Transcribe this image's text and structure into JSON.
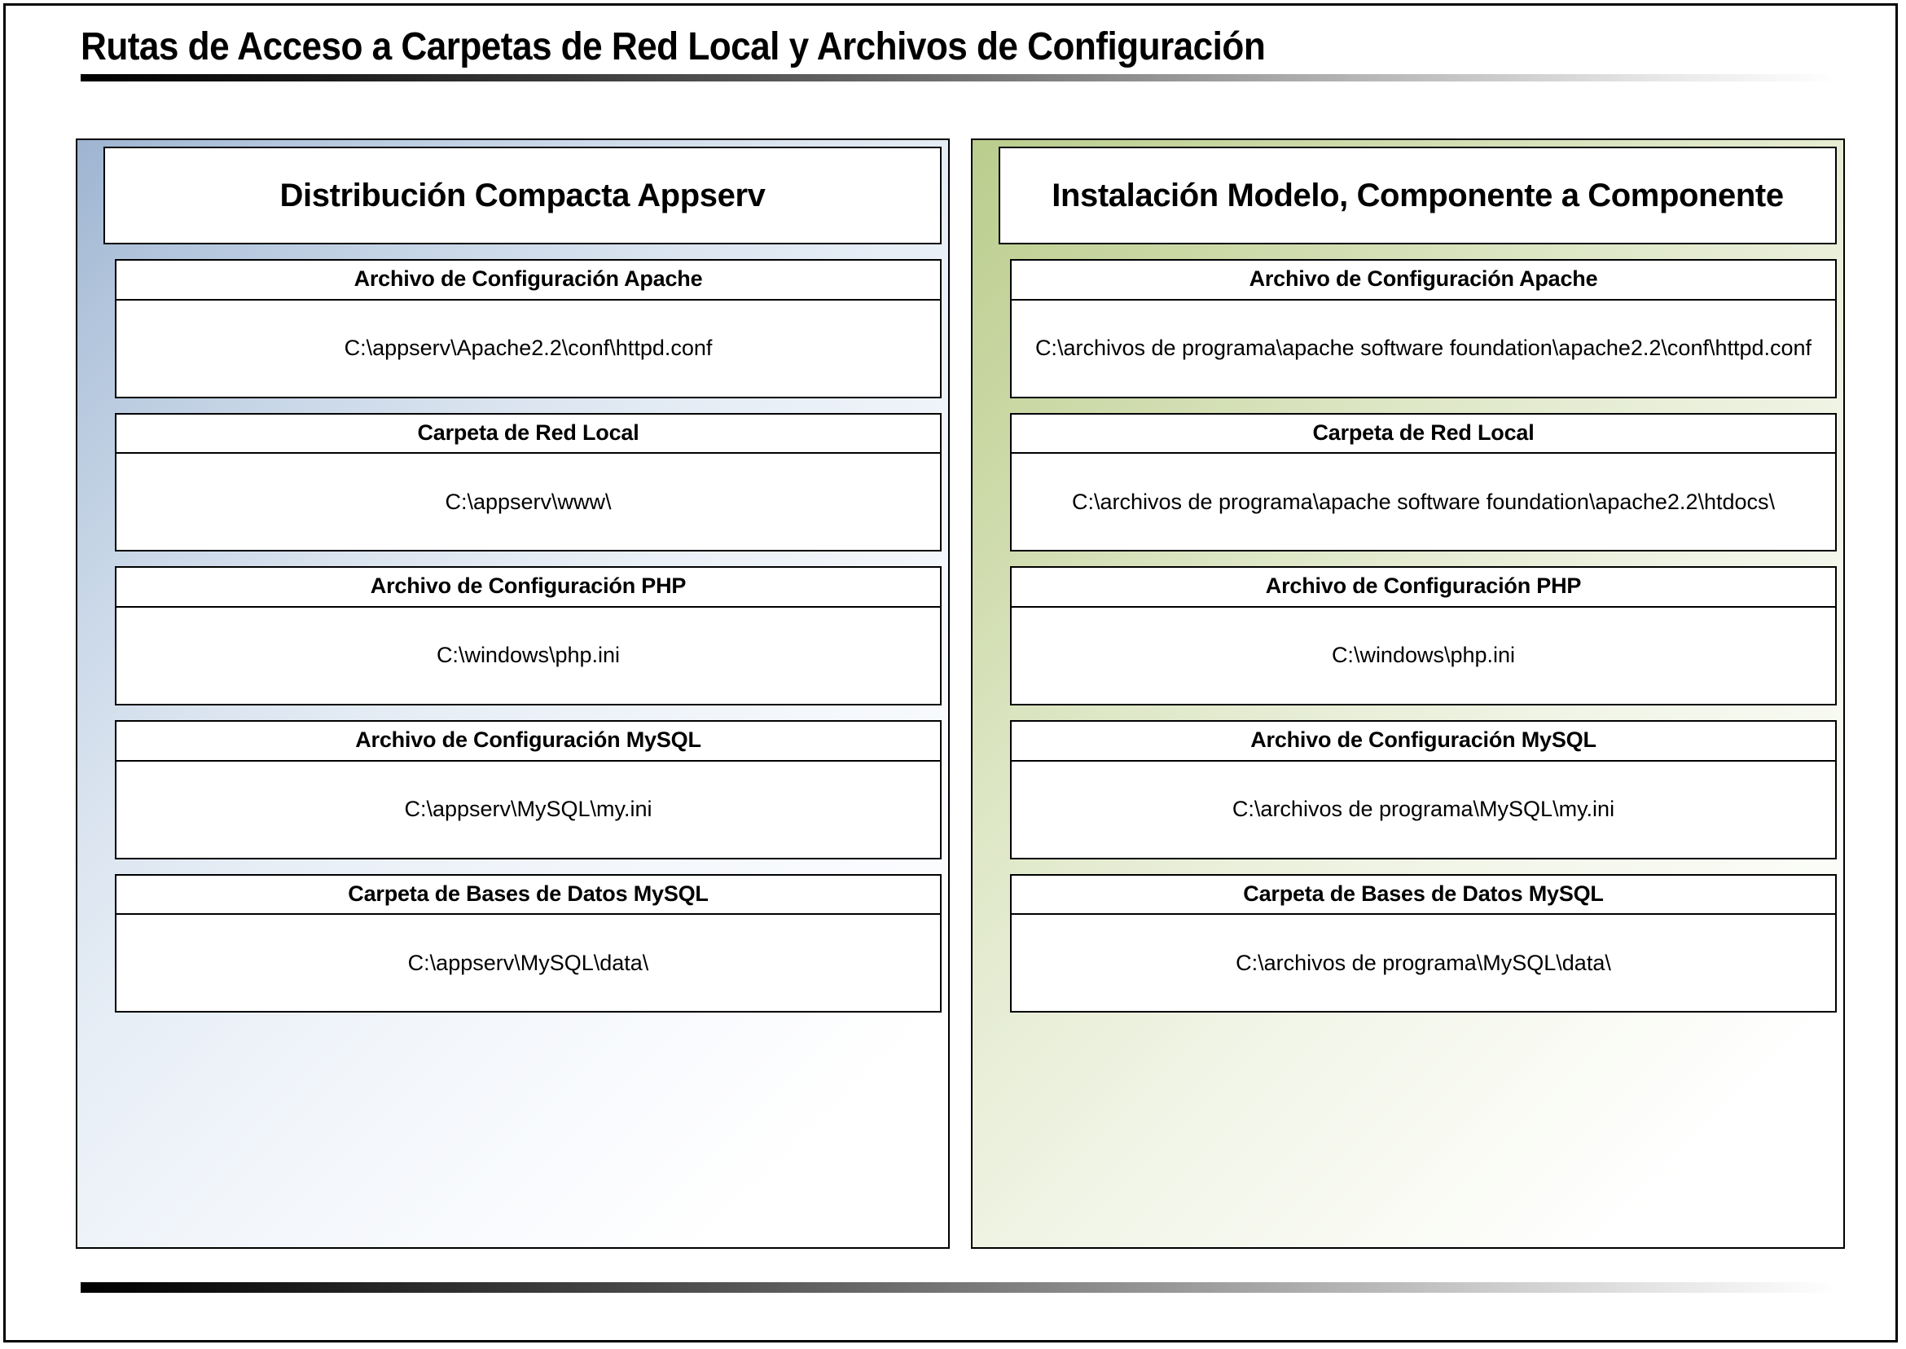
{
  "page": {
    "title": "Rutas de Acceso a Carpetas de Red Local y Archivos de Configuración"
  },
  "colors": {
    "left_panel_accent": "#9eb4d0",
    "right_panel_accent": "#bacd8d",
    "border": "#000000",
    "background": "#ffffff",
    "rule_gradient_start": "#000000",
    "rule_gradient_end": "#ffffff"
  },
  "panels": [
    {
      "id": "left",
      "header": "Distribución Compacta Appserv",
      "entries": [
        {
          "label": "Archivo de Configuración Apache",
          "value": "C:\\appserv\\Apache2.2\\conf\\httpd.conf"
        },
        {
          "label": "Carpeta de Red Local",
          "value": "C:\\appserv\\www\\"
        },
        {
          "label": "Archivo de Configuración PHP",
          "value": "C:\\windows\\php.ini"
        },
        {
          "label": "Archivo de Configuración MySQL",
          "value": "C:\\appserv\\MySQL\\my.ini"
        },
        {
          "label": "Carpeta de Bases de Datos MySQL",
          "value": "C:\\appserv\\MySQL\\data\\"
        }
      ]
    },
    {
      "id": "right",
      "header": "Instalación Modelo, Componente a Componente",
      "entries": [
        {
          "label": "Archivo de Configuración Apache",
          "value": "C:\\archivos de programa\\apache software foundation\\apache2.2\\conf\\httpd.conf"
        },
        {
          "label": "Carpeta de Red Local",
          "value": "C:\\archivos de programa\\apache software foundation\\apache2.2\\htdocs\\"
        },
        {
          "label": "Archivo de Configuración PHP",
          "value": "C:\\windows\\php.ini"
        },
        {
          "label": "Archivo de Configuración MySQL",
          "value": "C:\\archivos de programa\\MySQL\\my.ini"
        },
        {
          "label": "Carpeta de Bases de Datos MySQL",
          "value": "C:\\archivos de programa\\MySQL\\data\\"
        }
      ]
    }
  ]
}
